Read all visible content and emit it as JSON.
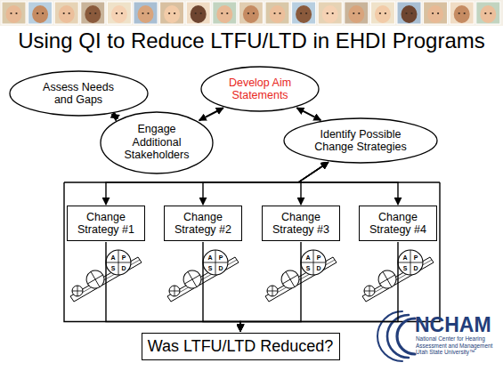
{
  "diagram": {
    "title": "Using QI to Reduce LTFU/LTD in EHDI Programs",
    "nodes": [
      {
        "text": [
          "Assess Needs and Gaps"
        ]
      },
      {
        "text": [
          "Engage Additional Stakeholders"
        ]
      },
      {
        "text": [
          "Develop Aim Statements"
        ]
      },
      {
        "text": [
          "Identify Possible Change Strategies"
        ]
      },
      {
        "text": [
          "Change Strategy #1"
        ]
      },
      {
        "text": [
          "Change Strategy #2"
        ]
      },
      {
        "text": [
          "Change Strategy #3"
        ]
      },
      {
        "text": [
          "Change Strategy #4"
        ]
      },
      {
        "text": [
          "Was LTFU/LTD Reduced?"
        ]
      }
    ],
    "edges": [
      {
        "from": 0,
        "to": 1,
        "arrow": "both"
      },
      {
        "from": 1,
        "to": 2,
        "arrow": "both"
      },
      {
        "from": 2,
        "to": 3,
        "arrow": "both"
      },
      {
        "from": 3,
        "to": 4,
        "arrow": "both"
      },
      {
        "from": 3,
        "to": 5,
        "arrow": "both"
      },
      {
        "from": 3,
        "to": 6,
        "arrow": "both"
      },
      {
        "from": 3,
        "to": 7,
        "arrow": "both"
      },
      {
        "from": 4,
        "to": 8,
        "arrow": "to"
      },
      {
        "from": 5,
        "to": 8,
        "arrow": "to"
      },
      {
        "from": 6,
        "to": 8,
        "arrow": "to"
      },
      {
        "from": 7,
        "to": 8,
        "arrow": "to"
      }
    ],
    "labels": [
      "A",
      "P",
      "S",
      "D",
      "A",
      "P",
      "S",
      "D",
      "A",
      "P",
      "S",
      "D",
      "A",
      "P",
      "S",
      "D",
      "NCHAM",
      "National Center for Hearing Assessment and Management Utah State University™"
    ]
  }
}
